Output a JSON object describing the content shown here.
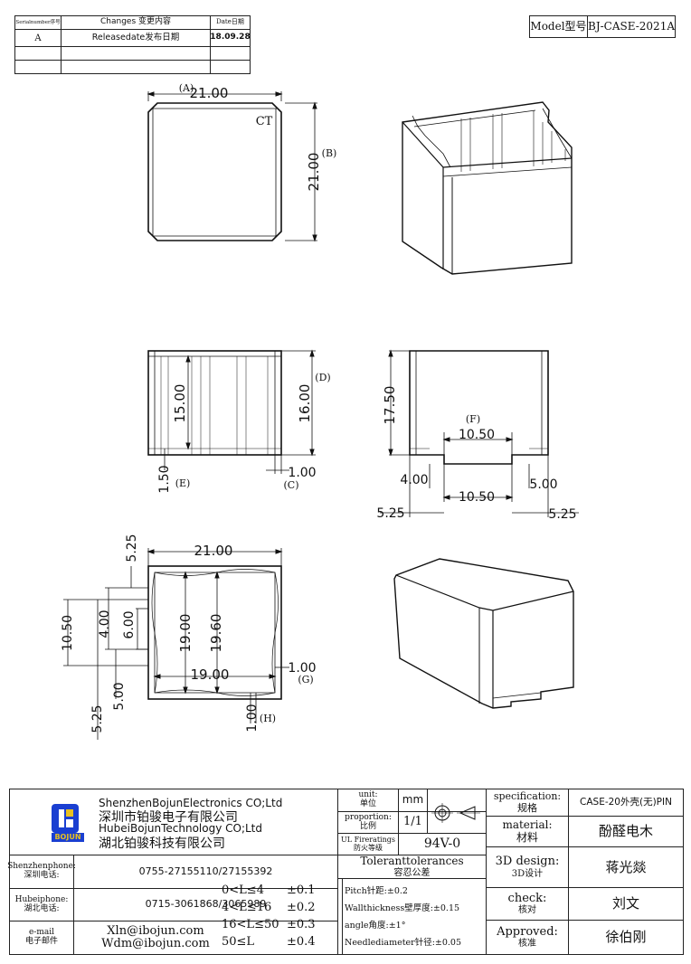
{
  "revision_table": {
    "headers": {
      "serial": "Serialnumber序号",
      "changes": "Changes 变更内容",
      "date": "Date日期"
    },
    "rows": [
      {
        "serial": "A",
        "changes": "Releasedate发布日期",
        "date": "18.09.28"
      }
    ]
  },
  "model": {
    "label": "Model型号",
    "value": "BJ-CASE-2021A"
  },
  "drawing": {
    "top_view": {
      "width": "21.00",
      "height": "21.00",
      "tag_a": "(A)",
      "tag_b": "(B)",
      "ct": "CT"
    },
    "side_view": {
      "inner_h": "15.00",
      "outer_h": "16.00",
      "tag_d": "(D)",
      "foot": "1.50",
      "tag_e": "(E)",
      "wall": "1.00",
      "tag_c": "(C)"
    },
    "front_view": {
      "height": "17.50",
      "tag_f": "(F)",
      "slot_top": "10.50",
      "slot_depth": "4.00",
      "slot_depth_r": "5.00",
      "slot_bottom": "10.50",
      "edge_l": "5.25",
      "edge_r": "5.25"
    },
    "bottom_view": {
      "width": "21.00",
      "edge_top": "5.25",
      "d1050": "10.50",
      "d400": "4.00",
      "d600": "6.00",
      "d500": "5.00",
      "edge_bot": "5.25",
      "inner_h": "19.00",
      "inner_h2": "19.60",
      "inner_w": "19.00",
      "wall_g": "1.00",
      "tag_g": "(G)",
      "wall_h": "1.00",
      "tag_h": "(H)"
    }
  },
  "company": {
    "en1": "ShenzhenBojunElectronics CO;Ltd",
    "cn1": "深圳市铂骏电子有限公司",
    "en2": "HubeiBojunTechnology CO;Ltd",
    "cn2": "湖北铂骏科技有限公司",
    "logo_text": "BOJUN",
    "logo_letters": "BJ"
  },
  "contacts": {
    "sz_label": "Shenzhenphone:",
    "sz_label_cn": "深圳电话:",
    "sz_value": "0755-27155110/27155392",
    "hb_label": "Hubeiphone:",
    "hb_label_cn": "湖北电话:",
    "hb_value": "0715-3061868/3065989",
    "mail_label": "e-mail",
    "mail_label_cn": "电子邮件",
    "mail1": "Xln@ibojun.com",
    "mail2": "Wdm@ibojun.com"
  },
  "unit": {
    "label": "unit:",
    "label_cn": "单位",
    "value": "mm"
  },
  "proportion": {
    "label": "proportion:",
    "label_cn": "比例",
    "value": "1/1"
  },
  "firerating": {
    "label": "UL Fireratings",
    "label_cn": "防火等级",
    "value": "94V-0"
  },
  "tolerances": {
    "title": "Toleranttolerances",
    "title_cn": "容忍公差",
    "rows": [
      {
        "range": "0<L≤4",
        "tol": "±0.1"
      },
      {
        "range": "4<L≤16",
        "tol": "±0.2"
      },
      {
        "range": "16<L≤50",
        "tol": "±0.3"
      },
      {
        "range": "50≤L",
        "tol": "±0.4"
      }
    ],
    "notes": [
      "Pitch针距:±0.2",
      "Wallthickness壁厚度:±0.15",
      "angle角度:±1°",
      "Needlediameter针径:±0.05"
    ]
  },
  "spec": {
    "label": "specification:",
    "label_cn": "规格",
    "value": "CASE-20外壳(无)PIN"
  },
  "material": {
    "label": "material:",
    "label_cn": "材料",
    "value": "酚醛电木"
  },
  "design": {
    "label": "3D design:",
    "label_cn": "3D设计",
    "value": "蒋光燚"
  },
  "check": {
    "label": "check:",
    "label_cn": "核对",
    "value": "刘文"
  },
  "approved": {
    "label": "Approved:",
    "label_cn": "核准",
    "value": "徐伯刚"
  },
  "colors": {
    "logo_blue": "#1a3fd1",
    "logo_yellow": "#e8c020"
  }
}
